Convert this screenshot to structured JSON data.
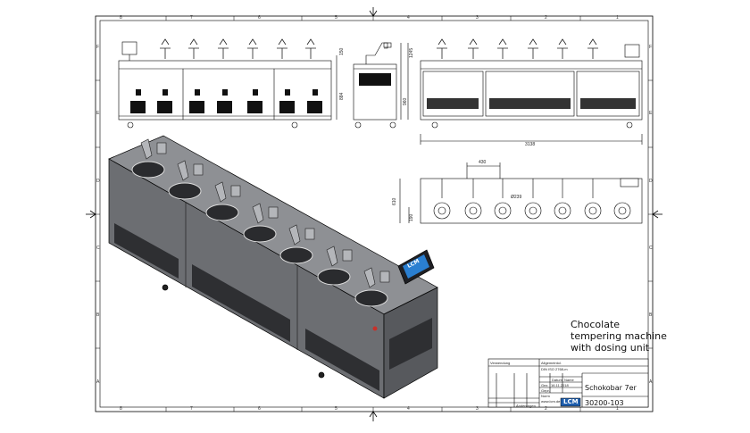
{
  "drawing": {
    "title_lines": [
      "Chocolate",
      "tempering machine",
      "with dosing unit"
    ],
    "name": "Schokobar 7er",
    "number": "30200-103",
    "logo": "LCM",
    "title_block": {
      "verwendung": "Verwendung",
      "allgemein_label": "Allgemeintol.",
      "allgemein_value": "DIN ISO 2768-m",
      "datum_value": "16.11.2018",
      "col_datum": "Datum",
      "col_name": "Name",
      "row_gez": "Gez.",
      "row_gepr": "Gepr.",
      "row_norm": "Norm",
      "aenderung": "Änderungen",
      "website": "www.lcm.de"
    },
    "zones_columns": [
      "8",
      "7",
      "6",
      "5",
      "4",
      "3",
      "2",
      "1"
    ],
    "zones_rows": [
      "F",
      "E",
      "D",
      "C",
      "B",
      "A"
    ]
  },
  "dimensions": {
    "front_h_top": "150",
    "front_h_total": "884",
    "side_h1": "1245",
    "side_h2": "960",
    "back_width": "3138",
    "top_pitch": "430",
    "top_depth": "610",
    "top_offset": "190",
    "bowl_dia": "Ø239"
  },
  "screen": {
    "logo": "LCM"
  }
}
